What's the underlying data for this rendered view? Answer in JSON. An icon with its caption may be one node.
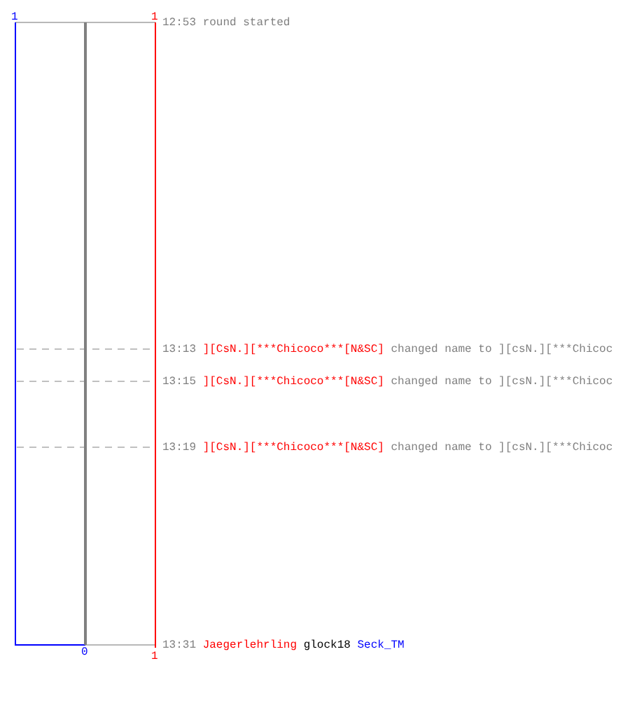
{
  "diagram": {
    "labels": [
      "1",
      "1",
      "12:53",
      "round started",
      "13:13",
      "][CsN.][***Chicoco***[N&SC]",
      "changed name to ][csN.][***Chicoc",
      "13:15",
      "][CsN.][***Chicoco***[N&SC]",
      "changed name to ][csN.][***Chicoc",
      "13:19",
      "][CsN.][***Chicoco***[N&SC]",
      "changed name to ][csN.][***Chicoc",
      "0",
      "1",
      "13:31",
      "Jaegerlehrling",
      "glock18",
      "Seck_TM"
    ]
  }
}
